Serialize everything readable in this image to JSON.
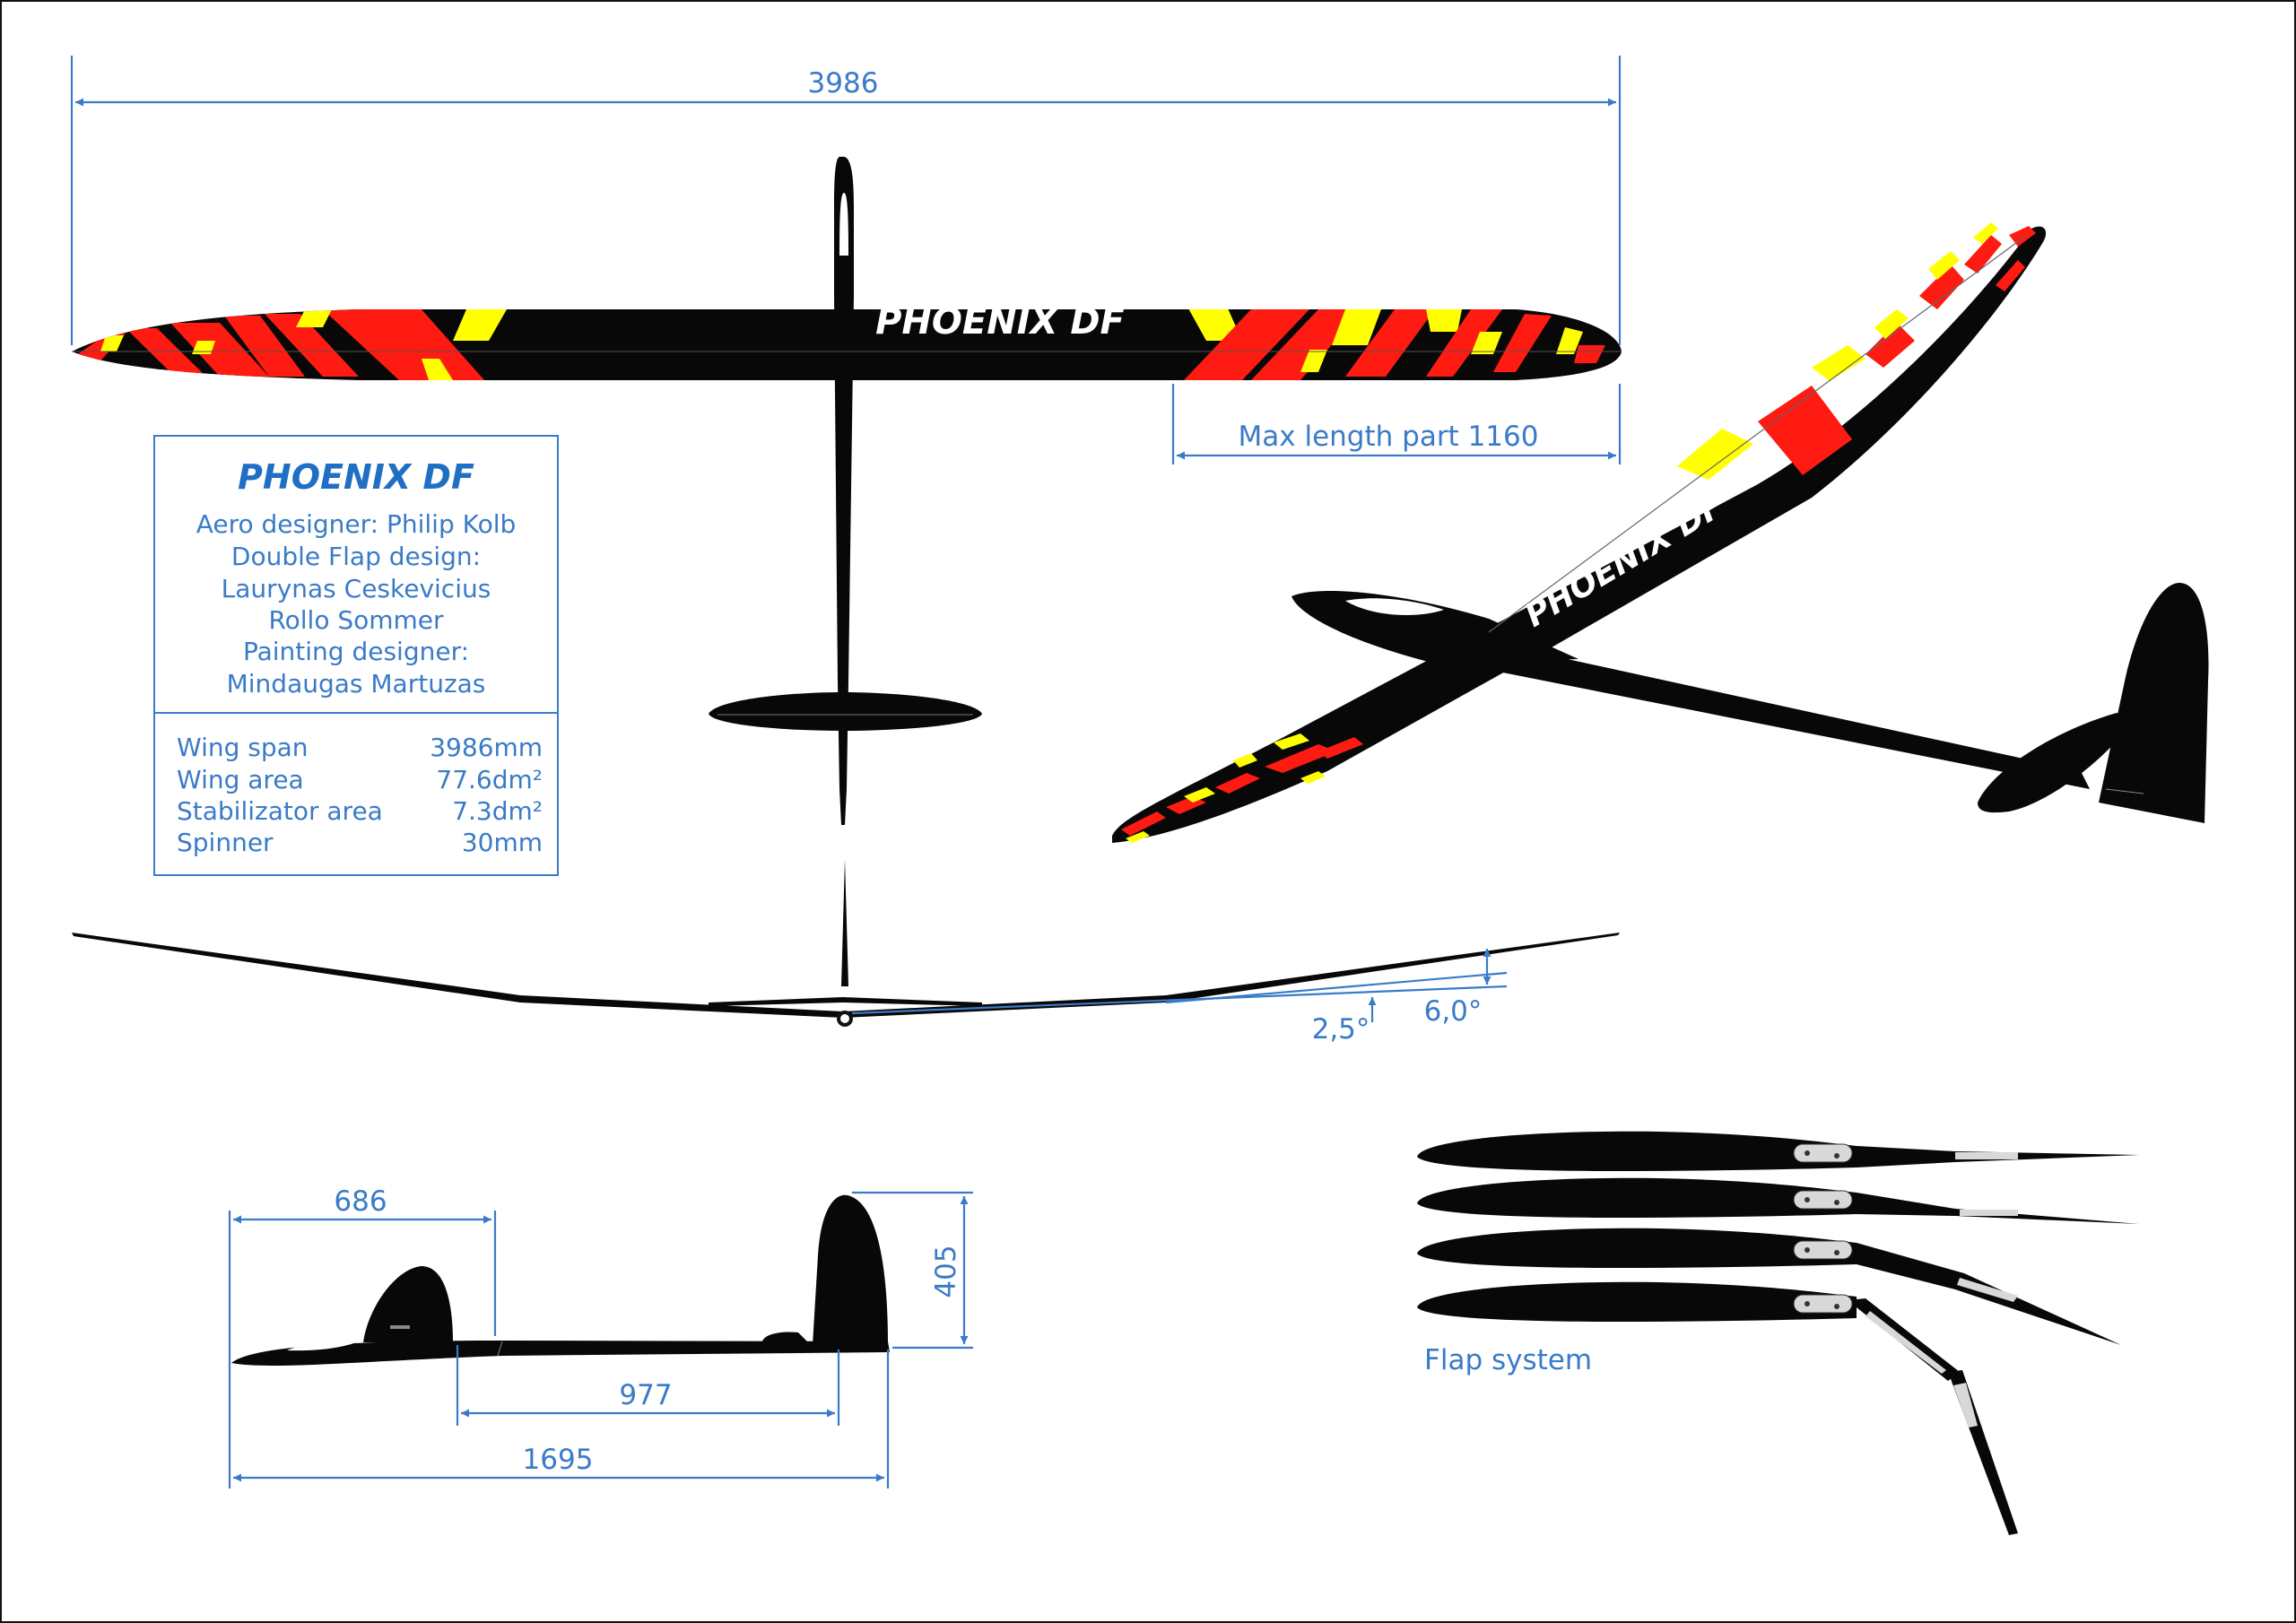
{
  "plane_name": "PHOENIX DF",
  "dimensions": {
    "wing_span": "3986",
    "max_length_part": "Max length part  1160",
    "tail_to_fin": "686",
    "fin_height": "405",
    "mid_length": "977",
    "total_length": "1695",
    "dihedral_inner": "2,5°",
    "dihedral_outer": "6,0°"
  },
  "credits": {
    "line1": "Aero designer: Philip Kolb",
    "line2": "Double  Flap  design:",
    "line3": "Laurynas  Ceskevicius",
    "line4": "Rollo  Sommer",
    "line5": "Painting designer:",
    "line6": "Mindaugas  Martuzas"
  },
  "specs": [
    {
      "label": "Wing span",
      "value": "3986mm"
    },
    {
      "label": "Wing area",
      "value": "77.6dm²"
    },
    {
      "label": "Stabilizator area",
      "value": "7.3dm²"
    },
    {
      "label": "Spinner",
      "value": "30mm"
    }
  ],
  "flap_caption": "Flap system",
  "colors": {
    "dimension_blue": "#3a7bc8",
    "title_blue": "#1f6fc4",
    "airframe_black": "#080808",
    "stripe_red": "#ff1a12",
    "stripe_yellow": "#ffff00"
  }
}
